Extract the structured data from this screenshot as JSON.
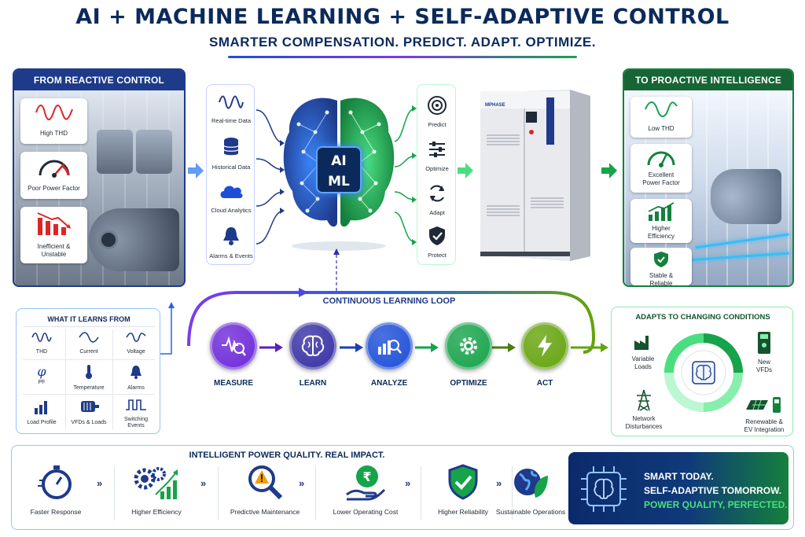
{
  "header": {
    "title": "AI + MACHINE LEARNING + SELF-ADAPTIVE CONTROL",
    "subtitle": "SMARTER COMPENSATION. PREDICT. ADAPT. OPTIMIZE."
  },
  "reactive": {
    "title": "FROM REACTIVE CONTROL",
    "items": [
      "High THD",
      "Poor Power Factor",
      "Inefficient &",
      "Unstable"
    ]
  },
  "sources": [
    "Real-time Data",
    "Historical Data",
    "Cloud Analytics",
    "Alarms & Events"
  ],
  "brain": {
    "line1": "AI",
    "line2": "ML"
  },
  "outputs": [
    "Predict",
    "Optimize",
    "Adapt",
    "Protect"
  ],
  "cabinet": {
    "brand": "MPHASE"
  },
  "proactive": {
    "title": "TO PROACTIVE INTELLIGENCE",
    "items": [
      "Low THD",
      "Excellent",
      "Power Factor",
      "Higher",
      "Efficiency",
      "Stable &",
      "Reliable"
    ]
  },
  "learns": {
    "title": "WHAT IT LEARNS FROM",
    "items": [
      "THD",
      "Current",
      "Voltage",
      "PF",
      "Temperature",
      "Alarms",
      "Load Profile",
      "VFDs & Loads",
      "Switching",
      "Events"
    ]
  },
  "loop": {
    "title": "CONTINUOUS LEARNING LOOP",
    "steps": [
      "MEASURE",
      "LEARN",
      "ANALYZE",
      "OPTIMIZE",
      "ACT"
    ],
    "colors": [
      "#6d28d9",
      "#3730a3",
      "#1d4ed8",
      "#16a34a",
      "#65a30d"
    ]
  },
  "adapts": {
    "title": "ADAPTS TO CHANGING CONDITIONS",
    "items": [
      "Variable",
      "Loads",
      "New",
      "VFDs",
      "Network",
      "Disturbances",
      "Renewable &",
      "EV Integration"
    ]
  },
  "bottom": {
    "title": "INTELLIGENT POWER QUALITY. REAL IMPACT.",
    "benefits": [
      "Faster Response",
      "Higher Efficiency",
      "Predictive Maintenance",
      "Lower Operating Cost",
      "Higher Reliability",
      "Sustainable Operations"
    ],
    "cta": [
      "SMART TODAY.",
      "SELF-ADAPTIVE TOMORROW.",
      "POWER QUALITY, PERFECTED."
    ]
  },
  "colors": {
    "navy": "#0b2a5b",
    "blue": "#1e3a8a",
    "green": "#15803d",
    "cta_green": "#4ade80"
  },
  "icons": [
    "sine-wave-icon",
    "gauge-icon",
    "falling-bars-icon",
    "database-icon",
    "cloud-icon",
    "bell-icon",
    "target-icon",
    "sliders-icon",
    "refresh-icon",
    "shield-icon",
    "rising-bars-icon",
    "thermometer-icon",
    "motor-icon",
    "pulse-icon",
    "factory-icon",
    "tower-icon",
    "solar-icon",
    "stopwatch-icon",
    "gears-icon",
    "magnifier-icon",
    "rupee-icon",
    "globe-icon",
    "chip-icon"
  ]
}
